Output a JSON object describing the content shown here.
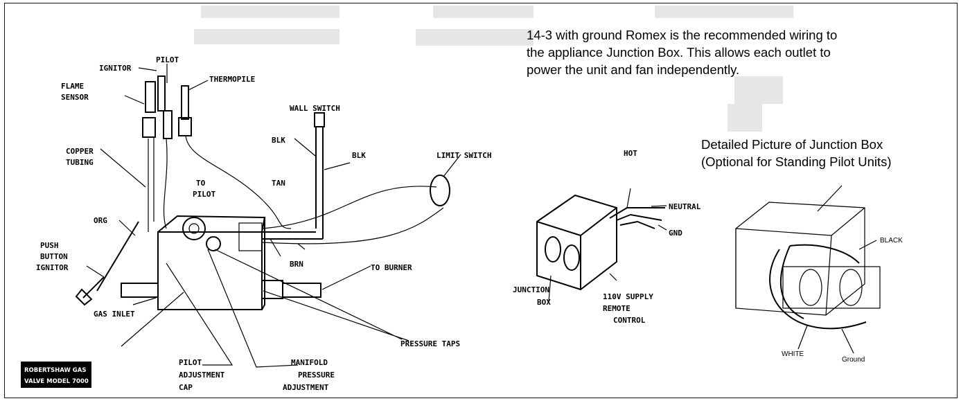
{
  "note": {
    "line1": "14-3 with ground Romex is the recommended wiring to",
    "line2": "the appliance Junction Box.  This allows each outlet to",
    "line3": "power the unit and fan independently."
  },
  "detail": {
    "title_line1": "Detailed Picture of Junction Box",
    "title_line2": "(Optional for Standing Pilot Units)",
    "labels": {
      "black": "BLACK",
      "white": "WHITE",
      "ground": "Ground"
    }
  },
  "valve_labels": {
    "pilot": "PILOT",
    "ignitor": "IGNITOR",
    "flame_sensor_1": "FLAME",
    "flame_sensor_2": "SENSOR",
    "thermopile": "THERMOPILE",
    "wall_switch": "WALL SWITCH",
    "blk_1": "BLK",
    "blk_2": "BLK",
    "limit_switch": "LIMIT SWITCH",
    "copper_tubing_1": "COPPER",
    "copper_tubing_2": "TUBING",
    "to_pilot_1": "TO",
    "to_pilot_2": "PILOT",
    "tan": "TAN",
    "org": "ORG",
    "push_button_1": "PUSH",
    "push_button_2": "BUTTON",
    "push_button_3": "IGNITOR",
    "brn": "BRN",
    "to_burner": "TO BURNER",
    "gas_inlet": "GAS INLET",
    "pressure_taps": "PRESSURE TAPS",
    "pilot_adj_1": "PILOT",
    "pilot_adj_2": "ADJUSTMENT",
    "pilot_adj_3": "CAP",
    "manifold_1": "MANIFOLD",
    "manifold_2": "PRESSURE",
    "manifold_3": "ADJUSTMENT",
    "stamp_1": "ROBERTSHAW GAS",
    "stamp_2": "VALVE MODEL 7000"
  },
  "junction_labels": {
    "hot": "HOT",
    "neutral": "NEUTRAL",
    "gnd": "GND",
    "junction_1": "JUNCTION",
    "junction_2": "BOX",
    "supply_1": "110V SUPPLY",
    "supply_2": "REMOTE",
    "supply_3": "CONTROL"
  }
}
